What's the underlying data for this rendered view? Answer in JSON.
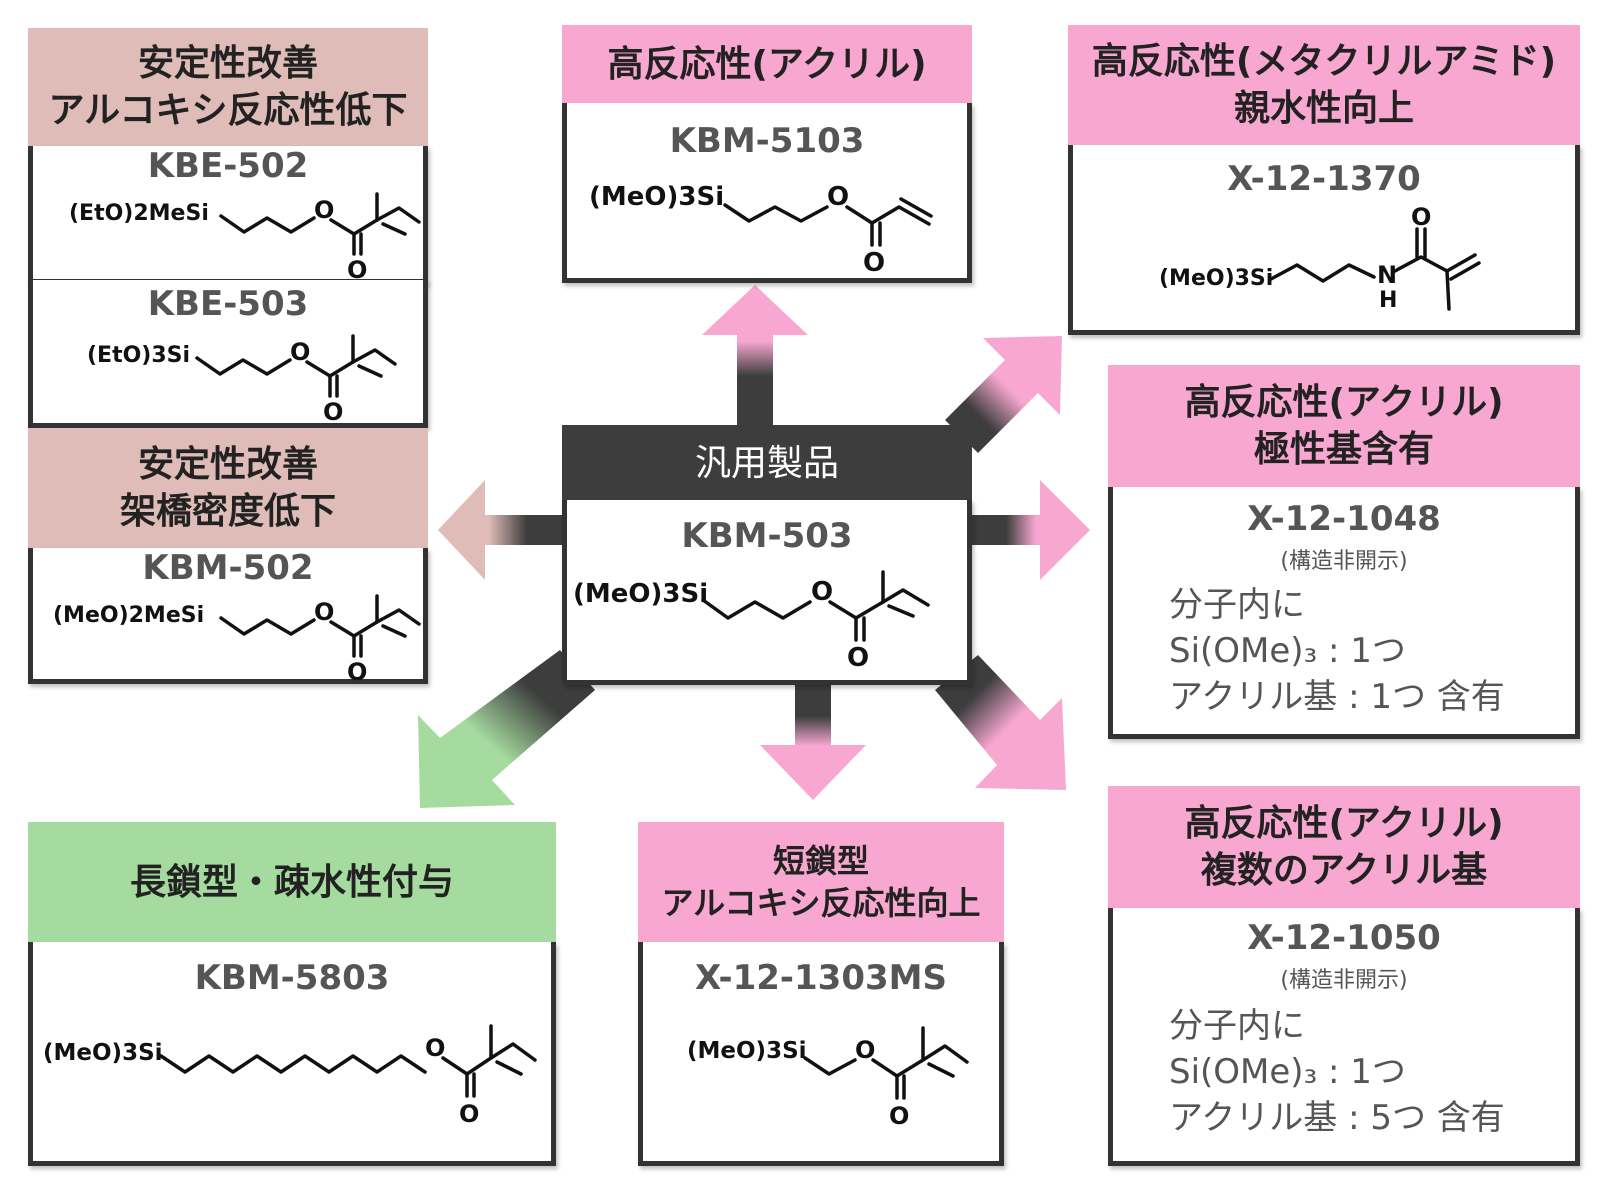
{
  "colors": {
    "pink": "#f8a8d0",
    "tan": "#dfbcb8",
    "green": "#a6dba0",
    "dark": "#3d3d3d"
  },
  "center": {
    "title": "汎用製品",
    "code": "KBM-503",
    "formula_left": "(MeO)3Si",
    "o_label": "O"
  },
  "left_top": {
    "header": [
      "安定性改善",
      "アルコキシ反応性低下"
    ],
    "product1": {
      "code": "KBE-502",
      "formula_left": "(EtO)2MeSi"
    },
    "product2": {
      "code": "KBE-503",
      "formula_left": "(EtO)3Si"
    }
  },
  "left_mid": {
    "header": [
      "安定性改善",
      "架橋密度低下"
    ],
    "product": {
      "code": "KBM-502",
      "formula_left": "(MeO)2MeSi"
    }
  },
  "top_center": {
    "header": [
      "高反応性(アクリル)"
    ],
    "product": {
      "code": "KBM-5103",
      "formula_left": "(MeO)3Si"
    }
  },
  "top_right": {
    "header": [
      "高反応性(メタクリルアミド)",
      "親水性向上"
    ],
    "product": {
      "code": "X-12-1370",
      "formula_left": "(MeO)3Si",
      "n_label": "N",
      "h_label": "H"
    }
  },
  "mid_right": {
    "header": [
      "高反応性(アクリル)",
      "極性基含有"
    ],
    "product": {
      "code": "X-12-1048",
      "note": "(構造非開示)",
      "lines": [
        "分子内に",
        "Si(OMe)₃ : 1つ",
        "アクリル基 : 1つ 含有"
      ]
    }
  },
  "bottom_right": {
    "header": [
      "高反応性(アクリル)",
      "複数のアクリル基"
    ],
    "product": {
      "code": "X-12-1050",
      "note": "(構造非開示)",
      "lines": [
        "分子内に",
        "Si(OMe)₃ : 1つ",
        "アクリル基 : 5つ 含有"
      ]
    }
  },
  "bottom_left": {
    "header": [
      "長鎖型・疎水性付与"
    ],
    "product": {
      "code": "KBM-5803",
      "formula_left": "(MeO)3Si"
    }
  },
  "bottom_center": {
    "header": [
      "短鎖型",
      "アルコキシ反応性向上"
    ],
    "product": {
      "code": "X-12-1303MS",
      "formula_left": "(MeO)3Si"
    }
  }
}
